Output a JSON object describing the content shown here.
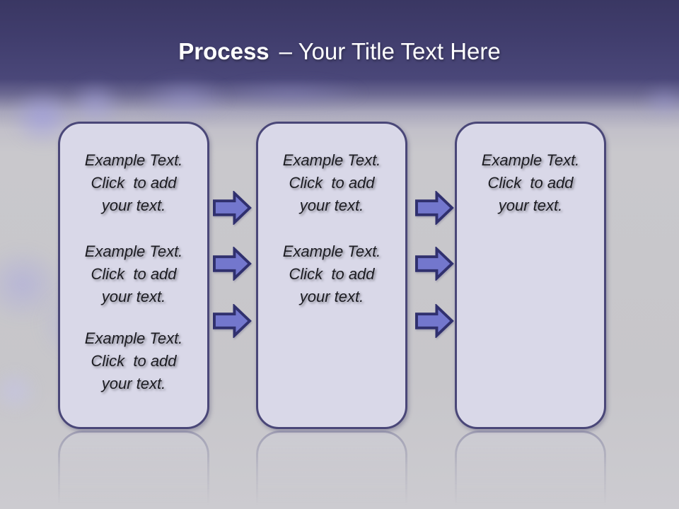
{
  "title": {
    "bold": "Process",
    "rest": "– Your Title Text Here"
  },
  "boxes": [
    {
      "blocks": [
        [
          "Example Text.",
          "Click  to add",
          "your text."
        ],
        [
          "Example Text.",
          "Click  to add",
          "your text."
        ],
        [
          "Example Text.",
          "Click  to add",
          "your text."
        ]
      ]
    },
    {
      "blocks": [
        [
          "Example Text.",
          "Click  to add",
          "your text."
        ],
        [
          "Example Text.",
          "Click  to add",
          "your text."
        ]
      ]
    },
    {
      "blocks": [
        [
          "Example Text.",
          "Click  to add",
          "your text."
        ]
      ]
    }
  ],
  "icons": {
    "arrow": "arrow-right"
  },
  "colors": {
    "header_top": "#3a3763",
    "header_bottom": "#4a4779",
    "body_bg": "#c9c8cc",
    "box_fill": "#d9d8e8",
    "box_border": "#4a4778",
    "arrow_fill": "#7377cd",
    "arrow_border": "#30306e",
    "title_color": "#ffffff",
    "text_color": "#1c1c22"
  }
}
